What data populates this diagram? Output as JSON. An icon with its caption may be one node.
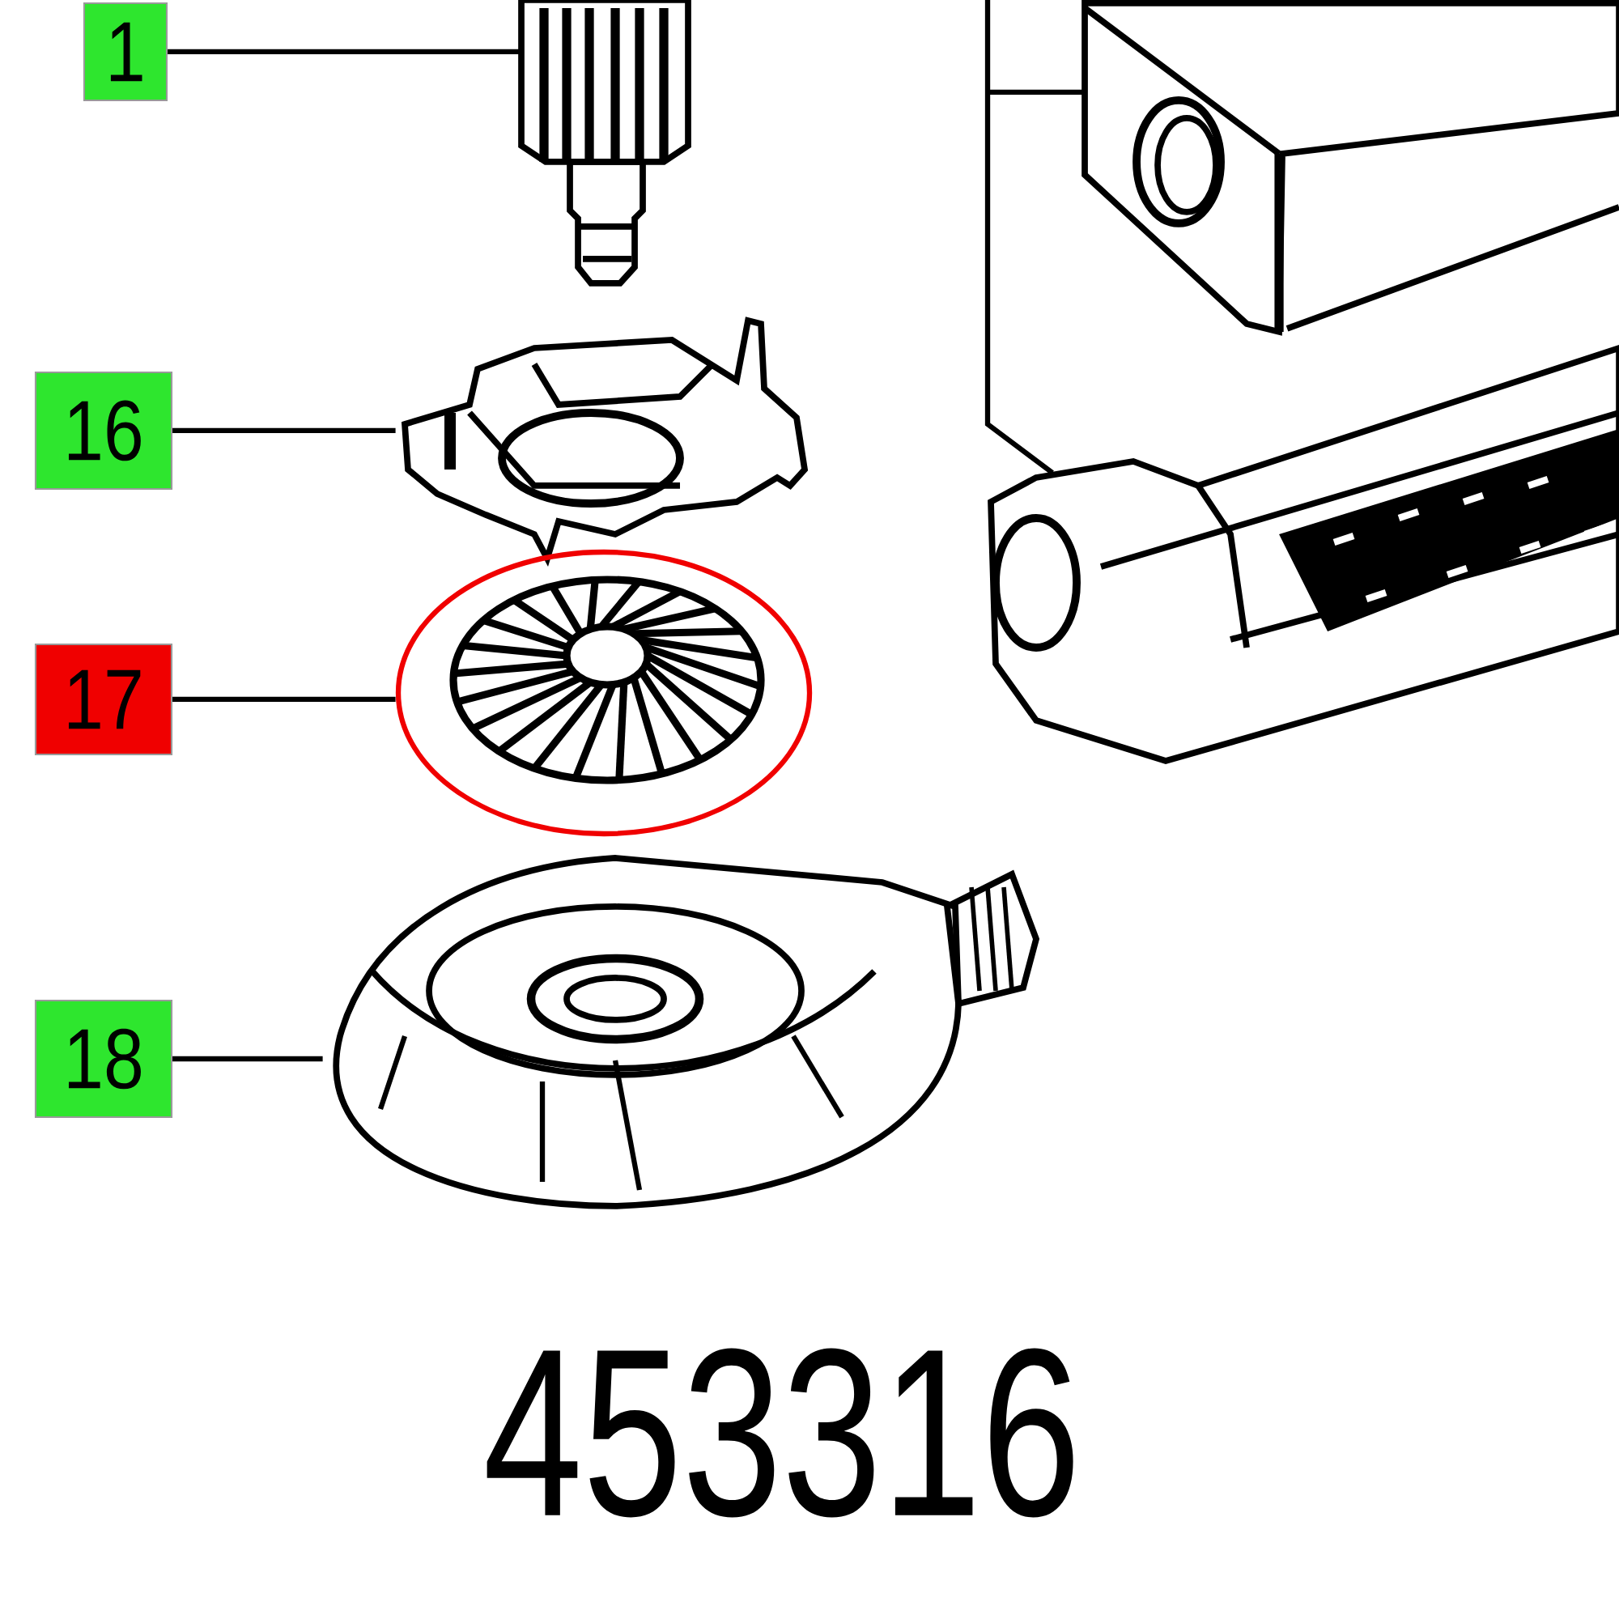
{
  "diagram": {
    "nodes": [
      {
        "text": [
          "1"
        ]
      },
      {
        "text": [],
        "shape": "picture"
      },
      {
        "text": [
          "16"
        ]
      },
      {
        "text": [],
        "shape": "picture"
      },
      {
        "text": [
          "17"
        ]
      },
      {
        "text": [],
        "shape": "picture"
      },
      {
        "text": [
          "18"
        ]
      },
      {
        "text": [],
        "shape": "picture"
      }
    ],
    "edges": [
      {
        "from": 0,
        "to": 1,
        "arrow": "none"
      },
      {
        "from": 2,
        "to": 3,
        "arrow": "none"
      },
      {
        "from": 4,
        "to": 5,
        "arrow": "none"
      },
      {
        "from": 6,
        "to": 7,
        "arrow": "none"
      }
    ],
    "labels": [
      "453316"
    ]
  }
}
